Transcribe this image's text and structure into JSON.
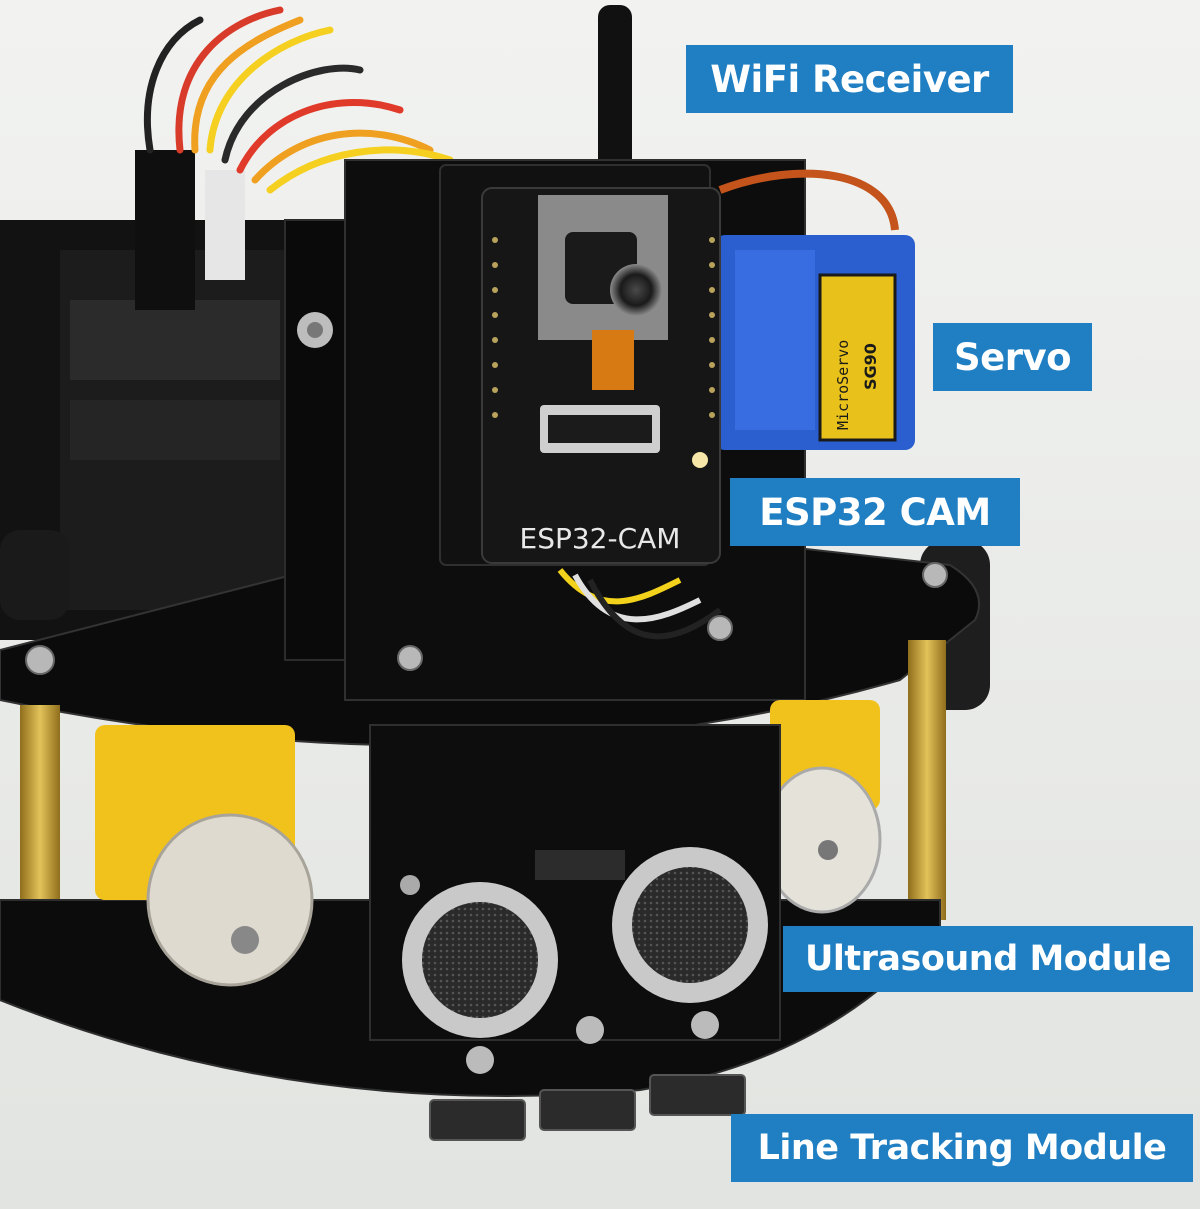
{
  "labels": {
    "wifi_receiver": "WiFi Receiver",
    "servo": "Servo",
    "esp32_cam": "ESP32 CAM",
    "ultrasound_module": "Ultrasound Module",
    "line_tracking_module": "Line Tracking Module"
  },
  "board_silkscreen": "ESP32-CAM",
  "servo_silkscreen": "MicroServo",
  "servo_model": "SG90",
  "colors": {
    "label_background": "#1f7fc2",
    "label_text": "#ffffff",
    "background": "#e9ebe8",
    "acrylic_black": "#0a0a0a",
    "motor_yellow": "#f2c21c",
    "servo_blue": "#2b5fd0",
    "brass": "#c9a23a"
  }
}
